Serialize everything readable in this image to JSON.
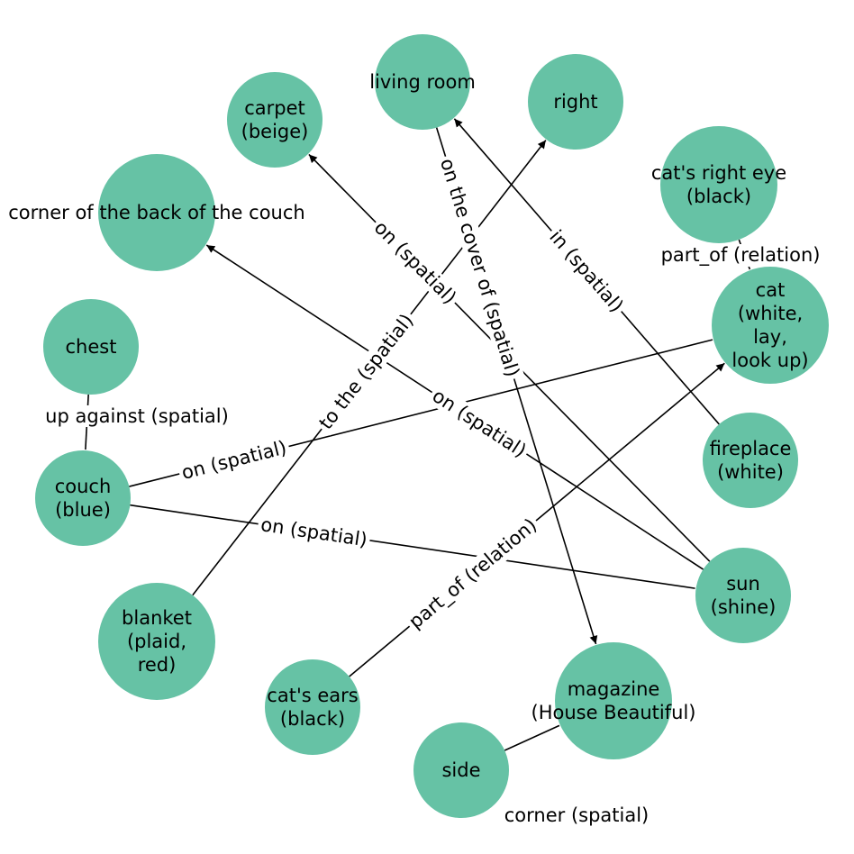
{
  "colors": {
    "node": "#66c2a5",
    "edge": "#000000",
    "label_bg": "#ffffff"
  },
  "nodes": [
    {
      "id": "living_room",
      "label": "living room"
    },
    {
      "id": "right",
      "label": "right"
    },
    {
      "id": "carpet",
      "label": "carpet\n(beige)"
    },
    {
      "id": "cats_right_eye",
      "label": "cat's right eye\n(black)"
    },
    {
      "id": "corner",
      "label": "corner of the back of the couch"
    },
    {
      "id": "chest",
      "label": "chest"
    },
    {
      "id": "cat",
      "label": "cat\n(white,\nlay,\nlook up)"
    },
    {
      "id": "fireplace",
      "label": "fireplace\n(white)"
    },
    {
      "id": "couch",
      "label": "couch\n(blue)"
    },
    {
      "id": "sun",
      "label": "sun\n(shine)"
    },
    {
      "id": "blanket",
      "label": "blanket\n(plaid,\nred)"
    },
    {
      "id": "cats_ears",
      "label": "cat's ears\n(black)"
    },
    {
      "id": "magazine",
      "label": "magazine\n(House Beautiful)"
    },
    {
      "id": "side",
      "label": "side"
    }
  ],
  "edges": [
    {
      "from": "cats_right_eye",
      "to": "cat",
      "label": "part_of (relation)",
      "directed": false
    },
    {
      "from": "side",
      "to": "magazine",
      "label": "corner (spatial)",
      "directed": false
    },
    {
      "from": "chest",
      "to": "couch",
      "label": "up against (spatial)",
      "directed": false
    },
    {
      "from": "sun",
      "to": "carpet",
      "label": "on (spatial)",
      "directed": true
    },
    {
      "from": "sun",
      "to": "corner",
      "label": "on (spatial)",
      "directed": true
    },
    {
      "from": "fireplace",
      "to": "living_room",
      "label": "in (spatial)",
      "directed": true
    },
    {
      "from": "couch",
      "to": "sun",
      "label": "on (spatial)",
      "directed": false
    },
    {
      "from": "couch",
      "to": "cat",
      "label": "on (spatial)",
      "directed": false
    },
    {
      "from": "cats_ears",
      "to": "cat",
      "label": "part_of (relation)",
      "directed": true
    },
    {
      "from": "living_room",
      "to": "magazine",
      "label": "on the cover of (spatial)",
      "directed": true
    },
    {
      "from": "blanket",
      "to": "right",
      "label": "to the (spatial)",
      "directed": true
    }
  ]
}
